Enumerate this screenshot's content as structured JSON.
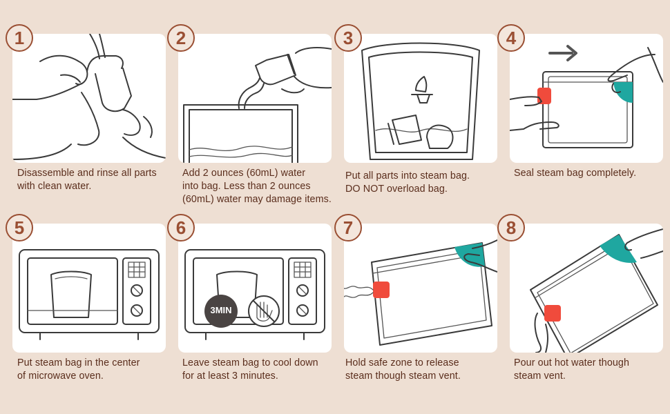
{
  "steps": [
    {
      "number": "1",
      "caption": "Disassemble and rinse  all parts\nwith clean water."
    },
    {
      "number": "2",
      "caption": "Add 2 ounces (60mL) water\ninto bag.  Less than 2 ounces\n(60mL) water may damage items."
    },
    {
      "number": "3",
      "caption": "Put all parts into steam bag.\nDO NOT overload bag."
    },
    {
      "number": "4",
      "caption": "Seal steam bag completely."
    },
    {
      "number": "5",
      "caption": "Put steam bag in the center\nof microwave oven."
    },
    {
      "number": "6",
      "caption": "Leave steam bag to cool down\nfor at least 3 minutes.",
      "badge": "3MIN"
    },
    {
      "number": "7",
      "caption": "Hold safe zone to release\nsteam though steam vent."
    },
    {
      "number": "8",
      "caption": "Pour out hot water though\nsteam vent."
    }
  ],
  "colors": {
    "background": "#eedfd3",
    "number_circle": "#9a4f33",
    "caption_text": "#5a2d1c",
    "tab_red": "#f04b3c",
    "tab_teal": "#1fa7a0",
    "timer_badge": "#4a4443"
  }
}
